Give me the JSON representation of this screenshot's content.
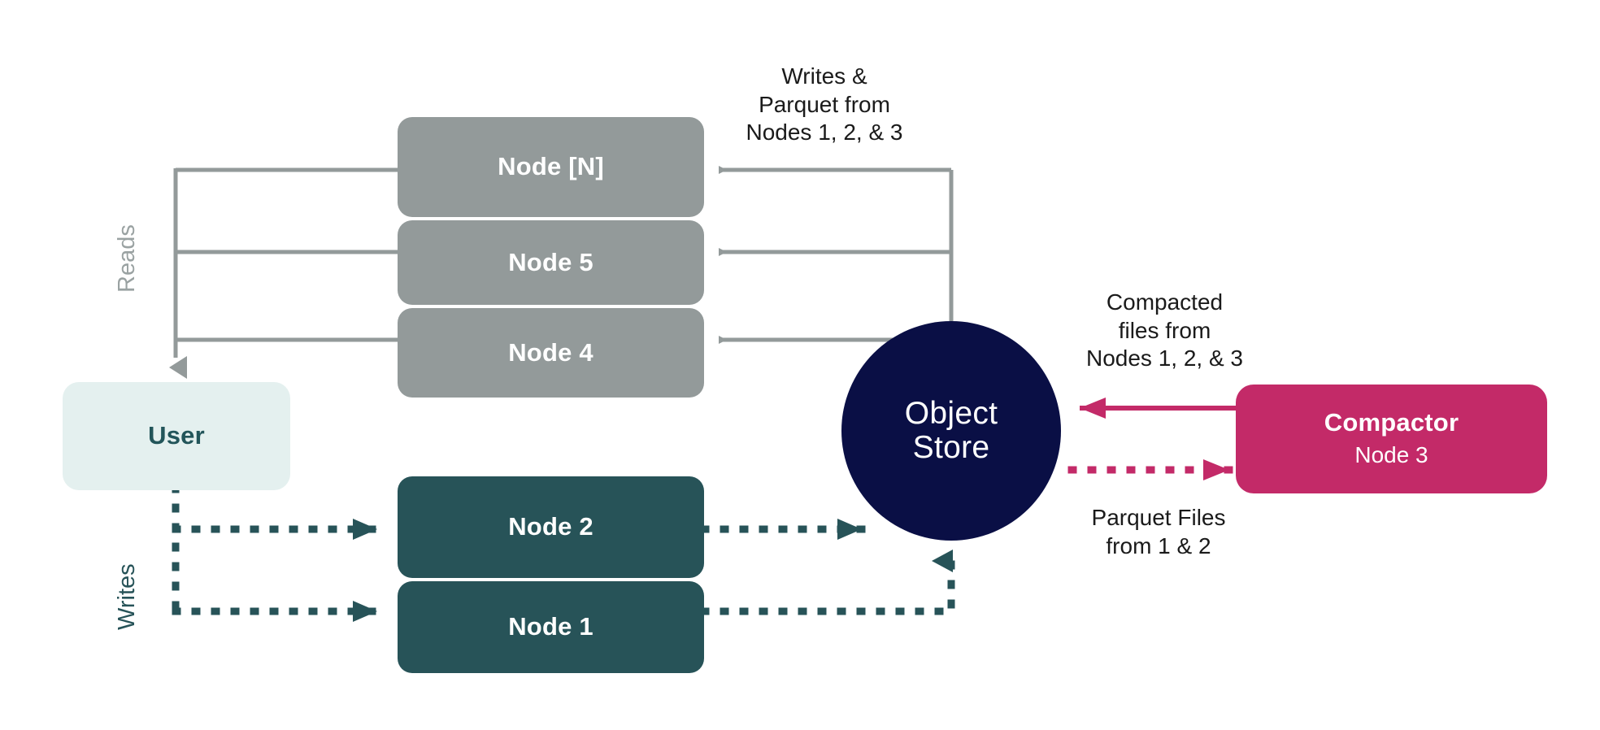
{
  "diagram": {
    "title": "InfluxDB distributed architecture data flow",
    "background_color": "#ffffff",
    "colors": {
      "query_node": "#939a9a",
      "ingest_node": "#275358",
      "user": "#e4f0ef",
      "user_text": "#22555a",
      "object_store": "#0a0f45",
      "compactor": "#c32a68",
      "read_edge": "#939a9a",
      "write_edge": "#275358",
      "compactor_edge": "#c32a68",
      "label_text": "#1a1a1a"
    }
  },
  "query_nodes": [
    {
      "label": "Node [N]"
    },
    {
      "label": "Node 5"
    },
    {
      "label": "Node 4"
    }
  ],
  "ingest_nodes": [
    {
      "label": "Node 2"
    },
    {
      "label": "Node 1"
    }
  ],
  "user": {
    "label": "User"
  },
  "object_store": {
    "line1": "Object",
    "line2": "Store"
  },
  "compactor": {
    "label": "Compactor",
    "sublabel": "Node 3"
  },
  "edge_labels": {
    "reads": "Reads",
    "writes": "Writes",
    "writes_parquet": "Writes &\nParquet from\nNodes 1, 2, & 3",
    "compacted_files": "Compacted\nfiles from\nNodes 1, 2, & 3",
    "parquet_files": "Parquet Files\nfrom 1 & 2"
  }
}
